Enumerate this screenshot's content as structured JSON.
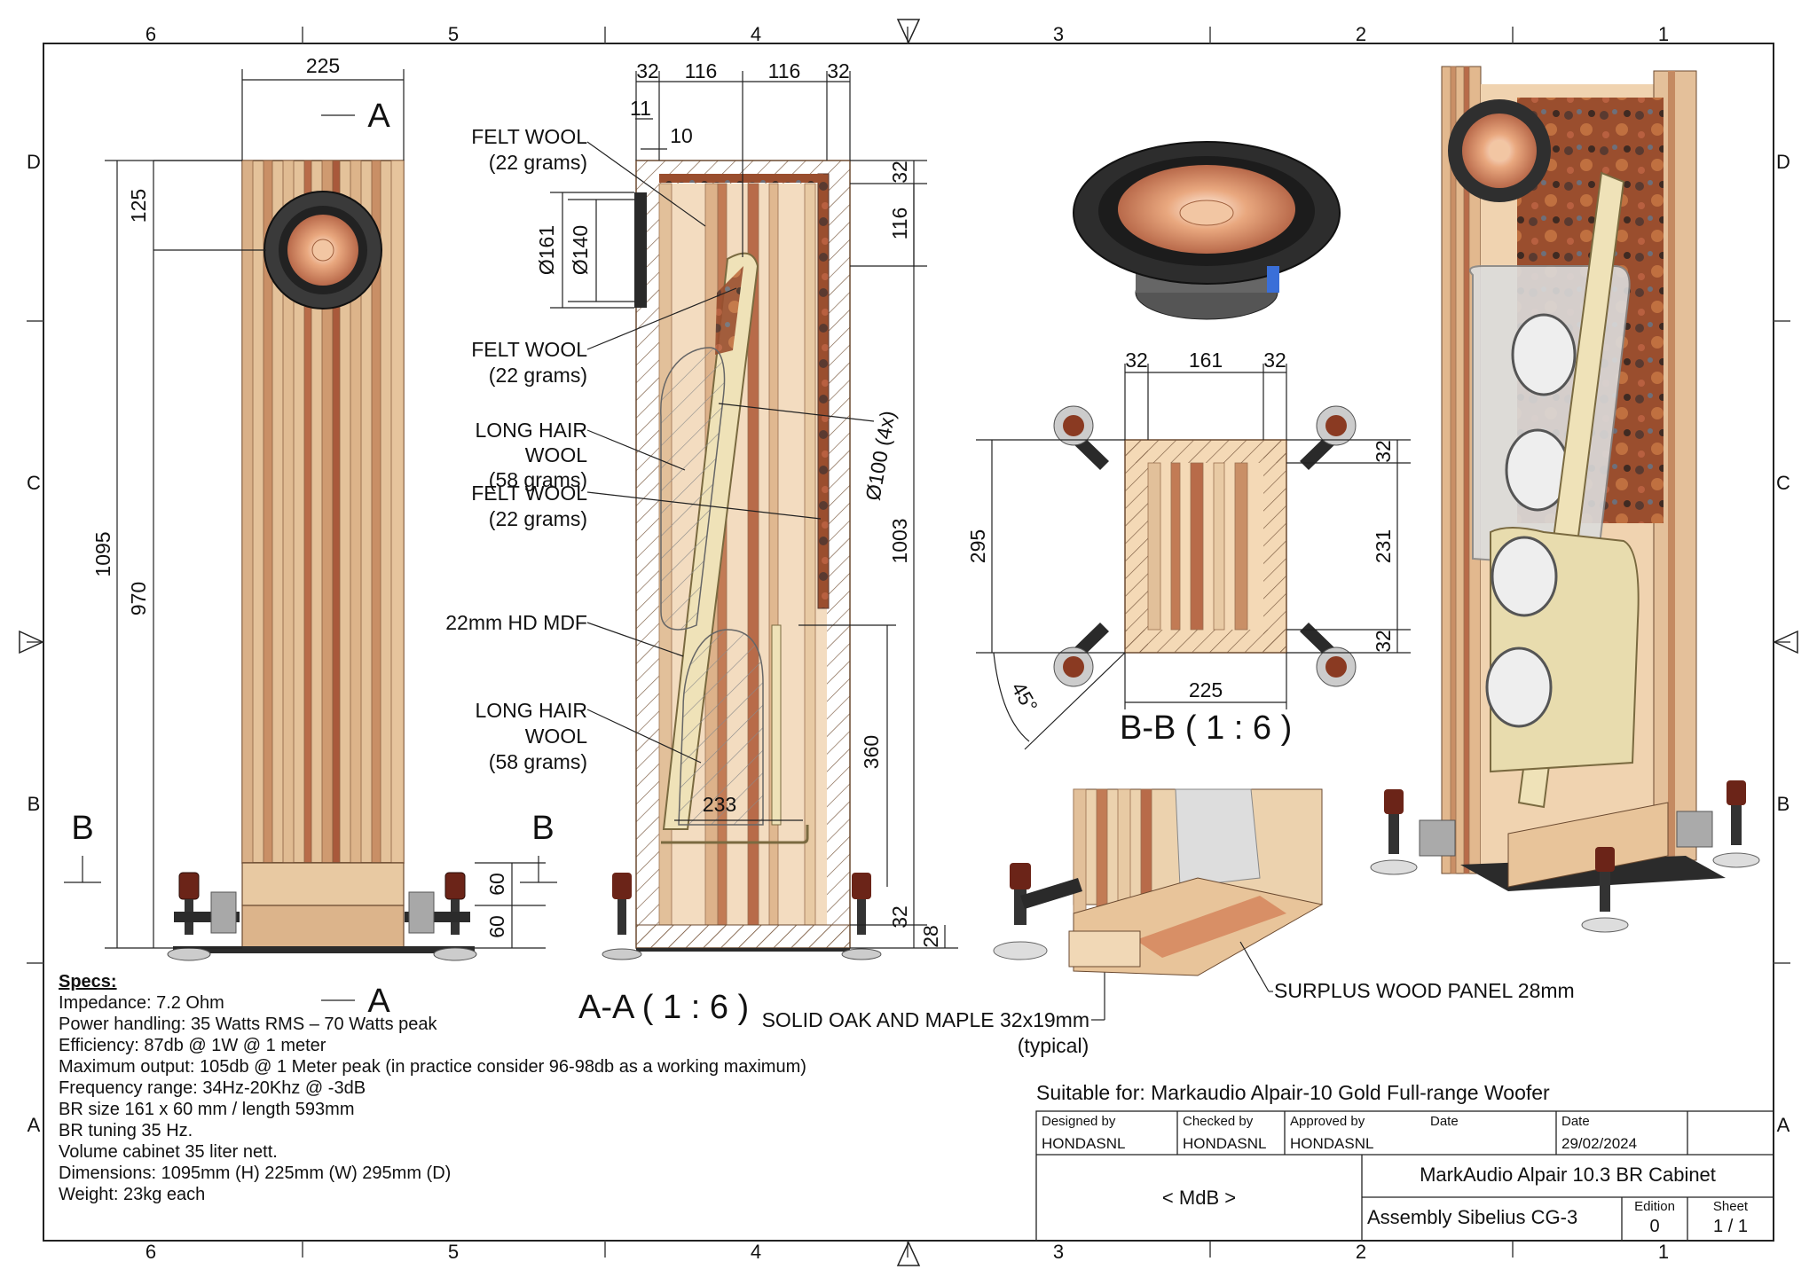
{
  "grid": {
    "columns": [
      "6",
      "5",
      "4",
      "3",
      "2",
      "1"
    ],
    "rows": [
      "D",
      "C",
      "B",
      "A"
    ]
  },
  "front_view": {
    "section_mark": "A",
    "section_b_mark": "B",
    "dims": {
      "width": "225",
      "top_to_driver": "125",
      "height": "1095",
      "driver_height": "970",
      "port_height": "60",
      "base_height": "60"
    }
  },
  "section_aa": {
    "title": "A-A ( 1 : 6 )",
    "dims": {
      "panel_l": "32",
      "inner_l": "116",
      "inner_r": "116",
      "panel_r": "32",
      "d11": "11",
      "d10": "10",
      "d161": "Ø161",
      "d140": "Ø140",
      "top_panel": "32",
      "top_offset": "116",
      "internal_height": "1003",
      "port_dia": "Ø100 (4x)",
      "lower_chamber": "360",
      "bottom_panel": "32",
      "plinth": "28",
      "chamber_width": "233"
    },
    "labels": [
      "FELT WOOL",
      "(22 grams)",
      "FELT WOOL",
      "(22 grams)",
      "LONG HAIR",
      "WOOL",
      "(58 grams)",
      "FELT WOOL",
      "(22 grams)",
      "22mm HD MDF",
      "LONG HAIR",
      "WOOL",
      "(58 grams)"
    ],
    "callout_solid": "SOLID OAK AND MAPLE 32x19mm",
    "callout_typical": "(typical)"
  },
  "section_bb": {
    "title": "B-B ( 1 : 6 )",
    "dims": {
      "left": "32",
      "center": "161",
      "right": "32",
      "depth": "295",
      "top": "32",
      "mid": "231",
      "bottom": "32",
      "width": "225",
      "angle": "45°"
    }
  },
  "detail": {
    "callout": "SURPLUS WOOD PANEL 28mm"
  },
  "specs": {
    "title": "Specs:",
    "lines": [
      "Impedance: 7.2 Ohm",
      "Power handling: 35 Watts RMS – 70 Watts peak",
      "Efficiency: 87db @ 1W @ 1 meter",
      "Maximum output: 105db @ 1 Meter peak (in practice consider 96-98db as a working maximum)",
      "Frequency range: 34Hz-20Khz @ -3dB",
      "BR size 161 x 60 mm / length 593mm",
      "BR tuning 35 Hz.",
      "Volume cabinet 35 liter nett.",
      "Dimensions: 1095mm (H) 225mm (W) 295mm (D)",
      "Weight: 23kg each"
    ]
  },
  "title_block": {
    "suitable_for": "Suitable for: Markaudio Alpair-10 Gold Full-range Woofer",
    "designed_by_label": "Designed by",
    "checked_by_label": "Checked by",
    "approved_by_label": "Approved by",
    "date_label": "Date",
    "date_label_2": "Date",
    "designed_by": "HONDASNL",
    "checked_by": "HONDASNL",
    "approved_by": "HONDASNL",
    "date": "29/02/2024",
    "company": "< MdB >",
    "title": "MarkAudio Alpair 10.3 BR Cabinet",
    "subtitle": "Assembly Sibelius CG-3",
    "edition_label": "Edition",
    "edition": "0",
    "sheet_label": "Sheet",
    "sheet": "1 / 1"
  },
  "colors": {
    "wood_light": "#e9c9a1",
    "wood_mid": "#d8a77a",
    "wood_dark": "#b86b49",
    "rust": "#9a4e2e",
    "mdf": "#efe2b8",
    "hardware": "#2a2a2a"
  }
}
